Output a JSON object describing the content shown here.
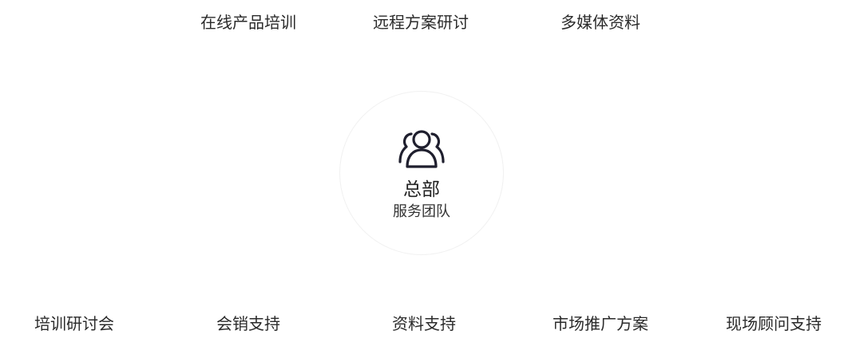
{
  "top_items": [
    {
      "label": "在线产品培训"
    },
    {
      "label": "远程方案研讨"
    },
    {
      "label": "多媒体资料"
    }
  ],
  "center": {
    "icon": "user-group-icon",
    "title": "总部",
    "subtitle": "服务团队"
  },
  "bottom_items": [
    {
      "label": "培训研讨会"
    },
    {
      "label": "会销支持"
    },
    {
      "label": "资料支持"
    },
    {
      "label": "市场推广方案"
    },
    {
      "label": "现场顾问支持"
    }
  ],
  "colors": {
    "text": "#2a2a2a",
    "icon": "#1f1f2e",
    "circle_border": "#f1f1f1"
  }
}
